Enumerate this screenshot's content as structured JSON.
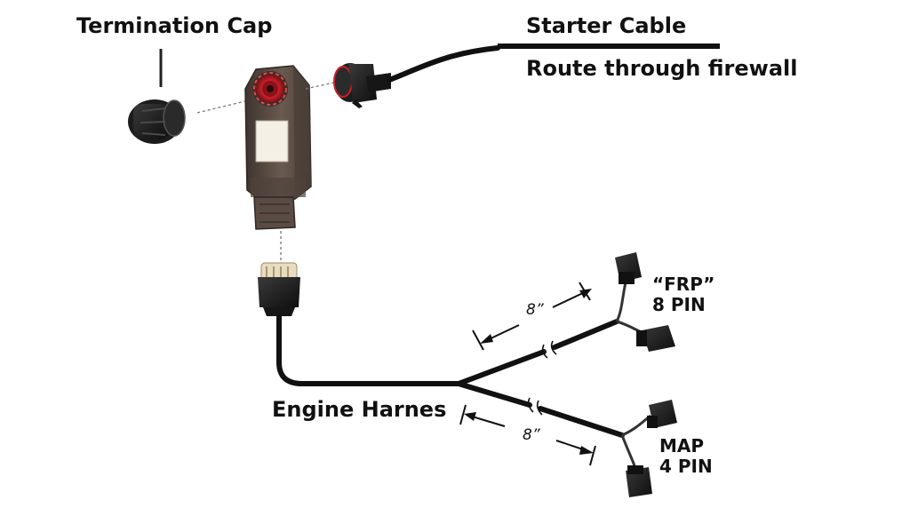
{
  "labels": {
    "termination_cap": "Termination Cap",
    "starter_cable": "Starter Cable",
    "route_through_firewall": "Route through firewall",
    "engine_harness": "Engine Harnes",
    "frp_name": "“FRP”",
    "frp_pins": "8 PIN",
    "map_name": "MAP",
    "map_pins": "4 PIN",
    "upper_length": "8ˮ",
    "lower_length": "8”"
  },
  "colors": {
    "cable": "#111111",
    "module_body": "#5e5048",
    "module_edge": "#2e2622",
    "module_highlight": "#8a7568",
    "label_panel": "#f5f0e6",
    "red_port": "#c8202a",
    "connector": "#1a1a1a",
    "leader": "#8a8a8a",
    "text": "#111111"
  }
}
